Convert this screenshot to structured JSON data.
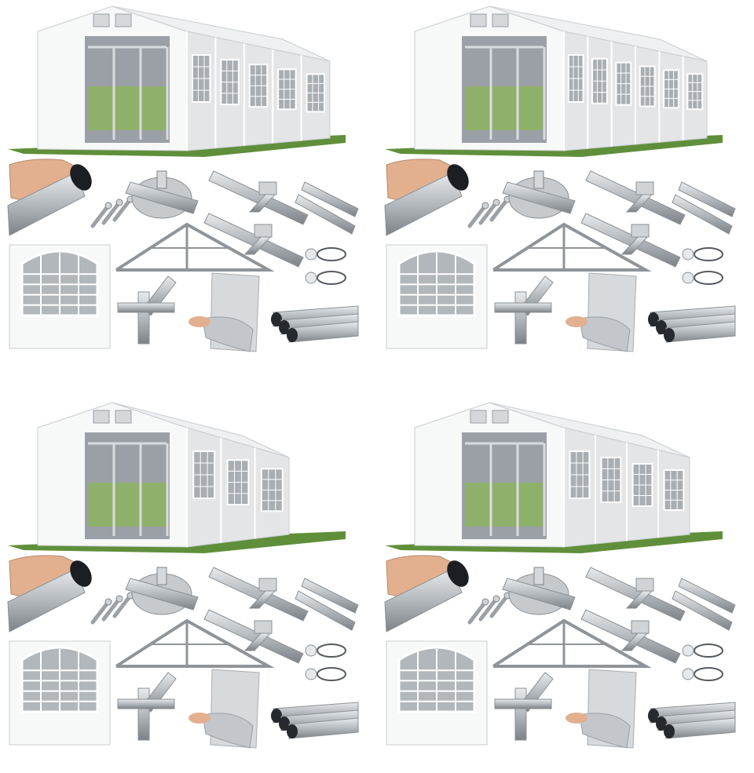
{
  "image": {
    "panels": [
      {
        "tent_sections": 5,
        "window_panels": 5
      },
      {
        "tent_sections": 6,
        "window_panels": 6
      },
      {
        "tent_sections": 3,
        "window_panels": 3
      },
      {
        "tent_sections": 4,
        "window_panels": 4
      }
    ],
    "colors": {
      "canvas": "#f7f8f8",
      "canvas_shade": "#e3e5e7",
      "grass": "#5f8f3a",
      "steel": "#b4b9bd",
      "steel_dark": "#7d8287",
      "skin": "#e2b08f",
      "interior": "#9aa0a6"
    }
  }
}
